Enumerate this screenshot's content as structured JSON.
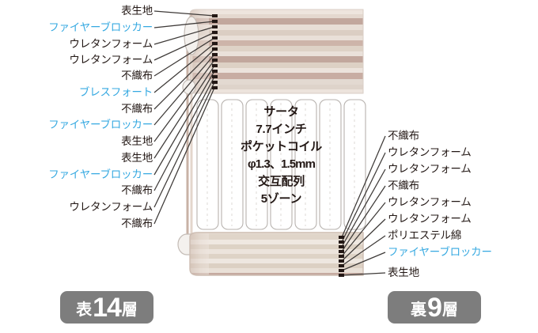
{
  "diagram": {
    "title_alt": "マットレス断面構造図",
    "left_labels": [
      {
        "text": "表生地",
        "color": "black"
      },
      {
        "text": "ファイヤーブロッカー",
        "color": "blue"
      },
      {
        "text": "ウレタンフォーム",
        "color": "black"
      },
      {
        "text": "ウレタンフォーム",
        "color": "black"
      },
      {
        "text": "不織布",
        "color": "black"
      },
      {
        "text": "ブレスフォート",
        "color": "blue"
      },
      {
        "text": "不織布",
        "color": "black"
      },
      {
        "text": "ファイヤーブロッカー",
        "color": "blue"
      },
      {
        "text": "表生地",
        "color": "black"
      },
      {
        "text": "表生地",
        "color": "black"
      },
      {
        "text": "ファイヤーブロッカー",
        "color": "blue"
      },
      {
        "text": "不織布",
        "color": "black"
      },
      {
        "text": "ウレタンフォーム",
        "color": "black"
      },
      {
        "text": "不織布",
        "color": "black"
      }
    ],
    "right_labels": [
      {
        "text": "不織布",
        "color": "black"
      },
      {
        "text": "ウレタンフォーム",
        "color": "black"
      },
      {
        "text": "ウレタンフォーム",
        "color": "black"
      },
      {
        "text": "不織布",
        "color": "black"
      },
      {
        "text": "ウレタンフォーム",
        "color": "black"
      },
      {
        "text": "ウレタンフォーム",
        "color": "black"
      },
      {
        "text": "ポリエステル綿",
        "color": "black"
      },
      {
        "text": "ファイヤーブロッカー",
        "color": "blue"
      },
      {
        "text": "表生地",
        "color": "black"
      }
    ],
    "center_spec": [
      "サータ",
      "7.7インチ",
      "ポケットコイル",
      "φ1.3、1.5mm",
      "交互配列",
      "5ゾーン"
    ],
    "badges": {
      "front": {
        "prefix": "表",
        "count": "14",
        "suffix": "層"
      },
      "back": {
        "prefix": "裏",
        "count": "9",
        "suffix": "層"
      }
    },
    "colors": {
      "accent_blue": "#36a9e1",
      "text_black": "#231815",
      "badge_gray": "#7d7d7d",
      "layer_dark": "#b49a92",
      "layer_mid": "#cfc2b6",
      "layer_light": "#e8ddd6",
      "coil_outline": "#b0aeae"
    }
  }
}
